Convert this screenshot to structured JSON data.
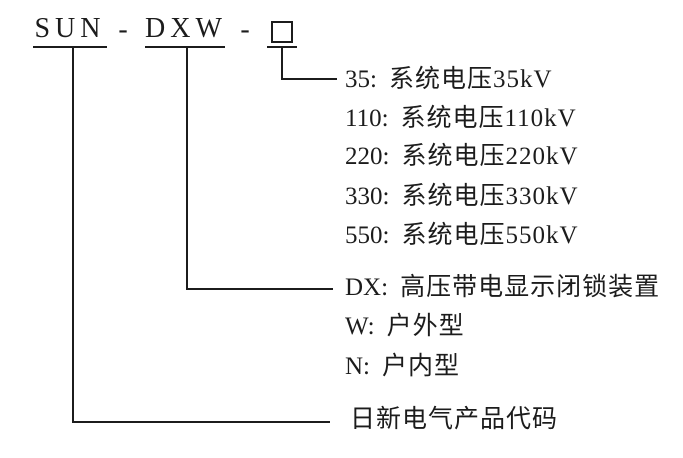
{
  "diagram_title": "product-model-designation",
  "formula": {
    "prefix": "SUN",
    "separator1": "-",
    "middle": "DXW",
    "separator2": "-",
    "placeholder": "voltage-code-box"
  },
  "legend": {
    "rows": [
      {
        "code": "35:",
        "desc": "系统电压35kV"
      },
      {
        "code": "110:",
        "desc": "系统电压110kV"
      },
      {
        "code": "220:",
        "desc": "系统电压220kV"
      },
      {
        "code": "330:",
        "desc": "系统电压330kV"
      },
      {
        "code": "550:",
        "desc": "系统电压550kV"
      },
      {
        "code": "DX:",
        "desc": "高压带电显示闭锁装置"
      },
      {
        "code": "W:",
        "desc": "户外型"
      },
      {
        "code": "N:",
        "desc": "户内型"
      },
      {
        "code": "",
        "desc": "日新电气产品代码"
      }
    ]
  },
  "colors": {
    "ink": "#1c1c1c",
    "background": "#ffffff"
  }
}
